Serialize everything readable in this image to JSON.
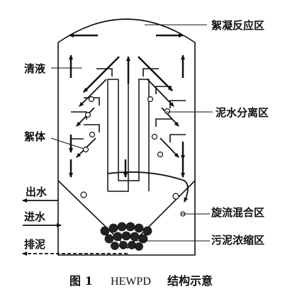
{
  "labels": {
    "flocculation_zone": "絮凝反应区",
    "clear_liquid": "清液",
    "mud_water_separation": "泥水分离区",
    "floc": "絮体",
    "water_out": "出水",
    "water_in": "进水",
    "swirl_mixing": "旋流混合区",
    "sludge_discharge": "排泥",
    "sludge_thickening": "污泥浓缩区"
  },
  "caption": {
    "figure_no": "图 1",
    "name": "HEWPD",
    "suffix": "结构示意"
  },
  "colors": {
    "line": "#111111",
    "background": "#ffffff"
  }
}
